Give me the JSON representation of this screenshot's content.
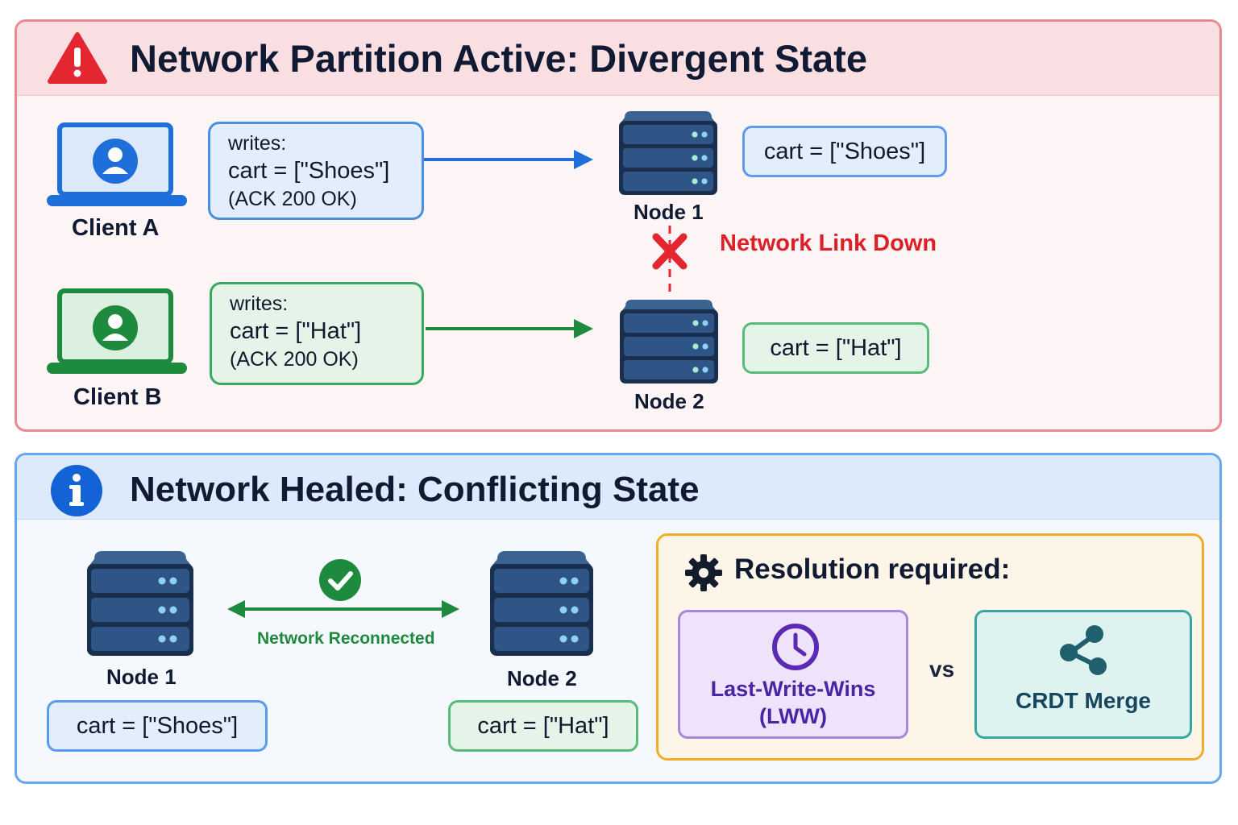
{
  "partition": {
    "title": "Network Partition Active: Divergent State",
    "client_a": {
      "label": "Client A",
      "message": {
        "line1": "writes:",
        "line2": "cart = [\"Shoes\"]",
        "line3": "(ACK 200 OK)"
      }
    },
    "client_b": {
      "label": "Client B",
      "message": {
        "line1": "writes:",
        "line2": "cart = [\"Hat\"]",
        "line3": "(ACK 200 OK)"
      }
    },
    "node1": {
      "label": "Node 1",
      "value": "cart = [\"Shoes\"]"
    },
    "node2": {
      "label": "Node 2",
      "value": "cart = [\"Hat\"]"
    },
    "link_status": "Network Link Down"
  },
  "healed": {
    "title": "Network Healed: Conflicting State",
    "node1": {
      "label": "Node 1",
      "value": "cart = [\"Shoes\"]"
    },
    "node2": {
      "label": "Node 2",
      "value": "cart = [\"Hat\"]"
    },
    "link_status": "Network Reconnected",
    "resolution": {
      "title": "Resolution required:",
      "option_a": {
        "line1": "Last-Write-Wins",
        "line2": "(LWW)"
      },
      "separator": "vs",
      "option_b": "CRDT Merge"
    }
  },
  "colors": {
    "alert_red": "#e3262f",
    "info_blue": "#1463d6",
    "client_a_blue": "#1e6fd9",
    "client_b_green": "#1e8a3e",
    "server_navy": "#27466e",
    "lww_purple": "#5a2ab3",
    "crdt_teal": "#1f5f6e",
    "resolution_orange": "#f0ad2a"
  },
  "icons": [
    "warning-icon",
    "info-icon",
    "laptop-user-icon",
    "server-icon",
    "x-mark-icon",
    "check-circle-icon",
    "gear-icon",
    "clock-icon",
    "share-icon"
  ]
}
